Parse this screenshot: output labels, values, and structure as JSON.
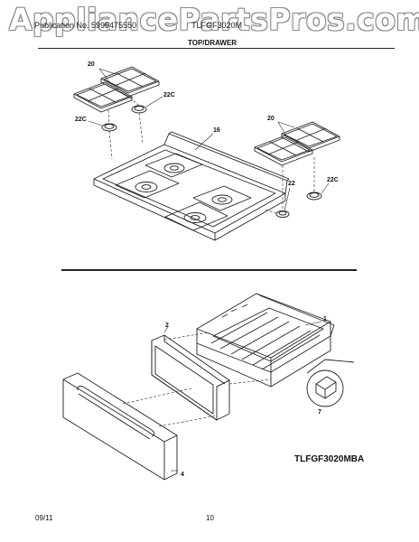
{
  "header": {
    "watermark": "AppliancePartsPros.com",
    "left_text": "Publication No. 5995475550",
    "center_text": "TLFGF3020M"
  },
  "section_title": "TOP/DRAWER",
  "model_number": "TLFGF3020MBA",
  "footer": {
    "date": "09/11",
    "page": "10"
  },
  "callouts": {
    "grate_left": "20",
    "cap_left_upper": "22C",
    "cap_left_lower": "22C",
    "cooktop": "16",
    "grate_right": "20",
    "burner_head": "22",
    "cap_right": "22C",
    "drawer": "1",
    "drawer_panel": "2",
    "drawer_front": "4",
    "clip": "7"
  }
}
